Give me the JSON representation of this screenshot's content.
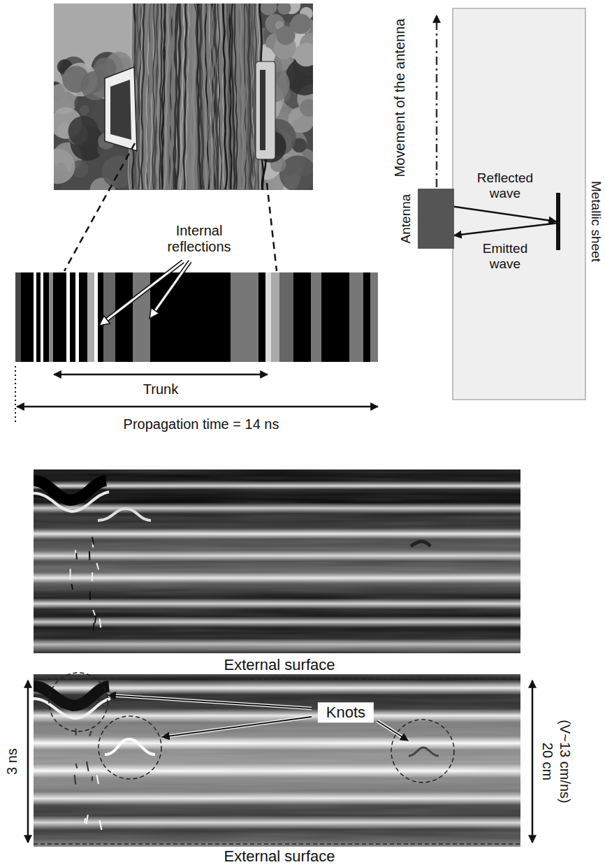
{
  "diagram": {
    "nodes": [
      {
        "text": [
          "Antenna"
        ]
      },
      {
        "text": [
          "Metallic sheet"
        ]
      }
    ],
    "edges": [
      {
        "from": 0,
        "to": 1,
        "arrow": "to",
        "label": "Reflected wave"
      },
      {
        "from": 1,
        "to": 0,
        "arrow": "to",
        "label": "Emitted wave"
      }
    ],
    "labels": [
      "Movement of the antenna",
      "Internal reflections",
      "Trunk",
      "Propagation time = 14 ns",
      "External surface",
      "Knots",
      "3 ns",
      "20 cm",
      "(V~13 cm/ns)",
      "External surface"
    ]
  }
}
